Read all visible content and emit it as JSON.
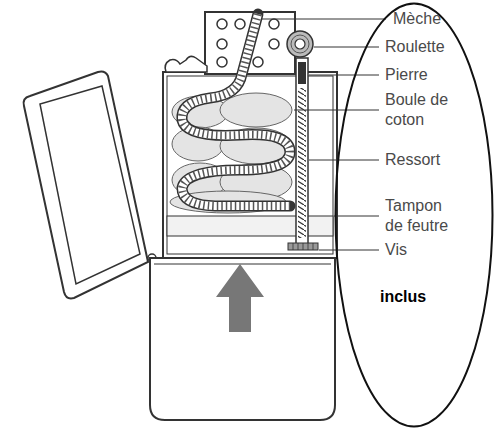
{
  "diagram": {
    "nodes": [
      {
        "text": [
          "inclus"
        ]
      }
    ],
    "labels": [
      "Mèche",
      "Roulette",
      "Pierre",
      "Boule de coton",
      "Ressort",
      "Tampon de feutre",
      "Vis"
    ]
  }
}
